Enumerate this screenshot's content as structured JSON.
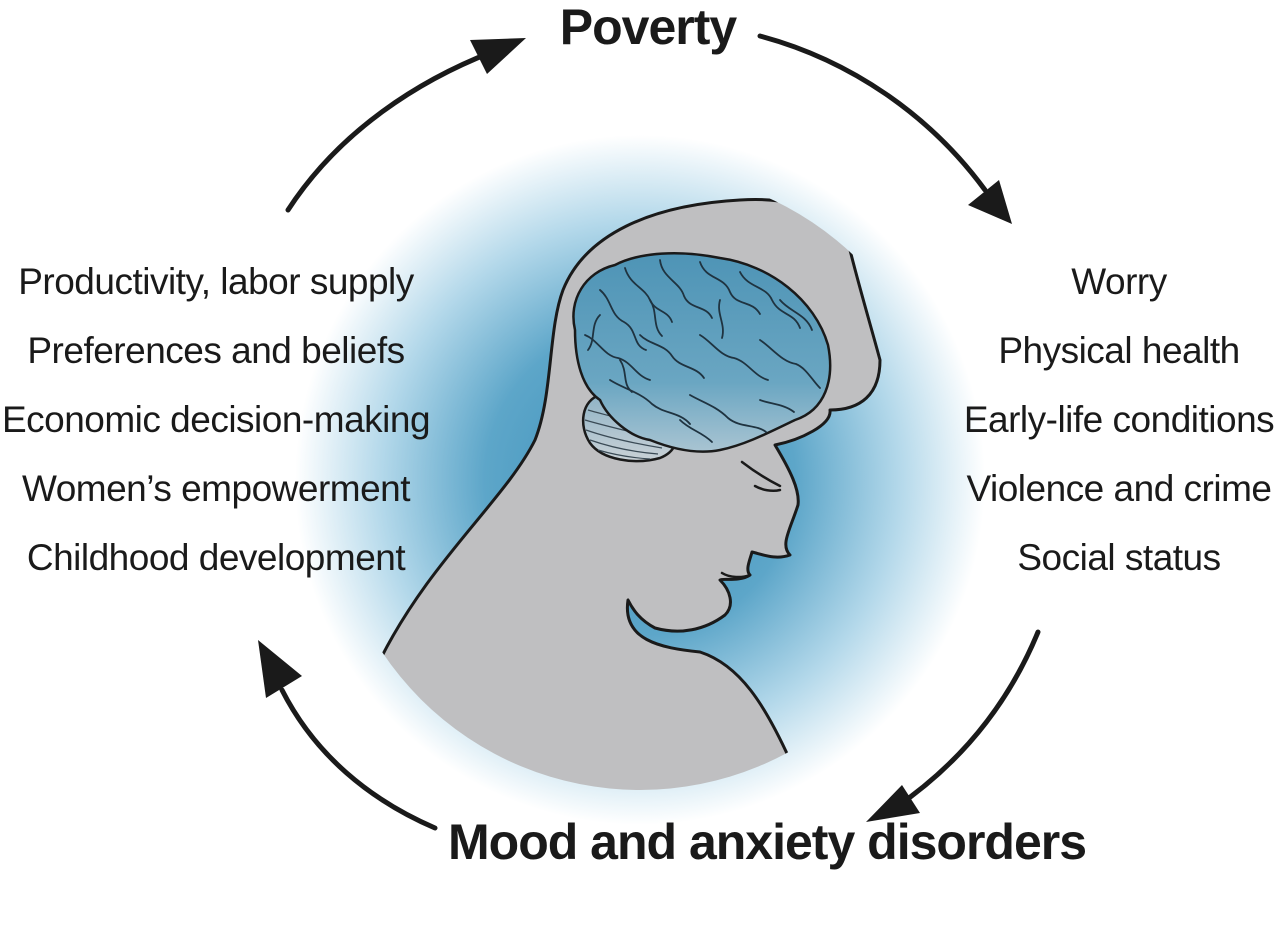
{
  "diagram": {
    "top_node": "Poverty",
    "bottom_node": "Mood and anxiety disorders",
    "left_factors": [
      "Productivity, labor supply",
      "Preferences and beliefs",
      "Economic decision-making",
      "Women’s empowerment",
      "Childhood development"
    ],
    "right_factors": [
      "Worry",
      "Physical health",
      "Early-life conditions",
      "Violence and crime",
      "Social status"
    ],
    "cycle_direction": "clockwise",
    "icons": [
      "head-silhouette-icon",
      "brain-icon",
      "cycle-arrow-icon"
    ],
    "colors": {
      "text": "#1a1a1a",
      "glow": "#4a9bc1",
      "head_fill": "#bfbfc1",
      "brain_fill": "#5a9ab8",
      "outline": "#1a1a1a"
    }
  }
}
